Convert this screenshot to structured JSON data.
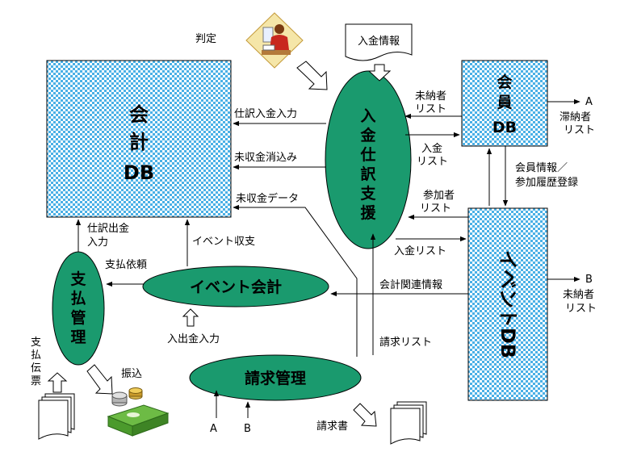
{
  "nodes": {
    "kaikei_db": "会計DB",
    "kaiin_db": "会員DB",
    "event_db": "イベントDB",
    "nyukin_shiwake": "入金仕訳支援",
    "shiharai_kanri": "支払管理",
    "event_kaikei": "イベント会計",
    "seikyu_kanri": "請求管理"
  },
  "labels": {
    "hantei": "判定",
    "nyukin_joho": "入金情報",
    "shiwake_nyukin_nyuryoku": "仕訳入金入力",
    "mishukin_keshikomi": "未収金消込み",
    "mishukin_data": "未収金データ",
    "minosha_list_1": "未納者",
    "minosha_list_2": "リスト",
    "nyukin_list_a_1": "入金",
    "nyukin_list_a_2": "リスト",
    "sankasha_list_1": "参加者",
    "sankasha_list_2": "リスト",
    "nyukin_list_b": "入金リスト",
    "kaiin_joho": "会員情報／",
    "sanka_rireki": "参加履歴登録",
    "a_mark": "A",
    "a_tainou_1": "滞納者",
    "a_tainou_2": "リスト",
    "b_mark": "B",
    "b_minou_1": "未納者",
    "b_minou_2": "リスト",
    "kaikei_kanren": "会計関連情報",
    "seikyu_list": "請求リスト",
    "shiwake_shukkin_1": "仕訳出金",
    "shiwake_shukkin_2": "入力",
    "event_shushi": "イベント収支",
    "shiharai_irai": "支払依頼",
    "nyushukkin_nyuryoku": "入出金入力",
    "shiharai_denpyo": "支払伝票",
    "furikomi": "振込",
    "seikyusho": "請求書",
    "input_a": "A",
    "input_b": "B"
  },
  "colors": {
    "ellipse_fill": "#1a9a6e",
    "check_a": "#4ab0e6",
    "check_b": "#ffffff",
    "line": "#000000"
  },
  "icons": {
    "judge": "person-at-desk-icon",
    "payment_slip": "document-stack-icon",
    "money": "money-bills-coins-icon",
    "invoice": "document-stack-icon"
  }
}
